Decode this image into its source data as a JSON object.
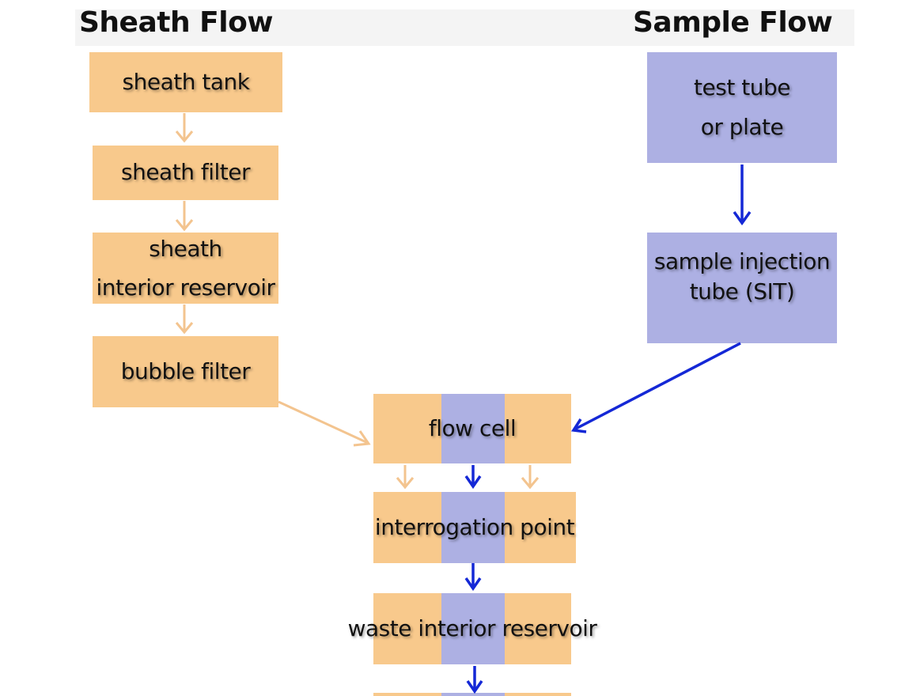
{
  "headings": {
    "sheath": "Sheath Flow",
    "sample": "Sample Flow"
  },
  "sheath_flow": {
    "tank": "sheath tank",
    "filter": "sheath filter",
    "reservoir": "sheath\ninterior reservoir",
    "bubble": "bubble filter"
  },
  "sample_flow": {
    "tube": "test tube\nor plate",
    "sit": "sample injection\ntube (SIT)"
  },
  "shared": {
    "flow_cell": "flow cell",
    "interrogation": "interrogation point",
    "waste": "waste\ninterior reservoir"
  },
  "colors": {
    "sheath": "#f8c98c",
    "sample": "#adb0e3",
    "sheath_arrow": "#f3c48f",
    "sample_arrow": "#1428d6"
  }
}
